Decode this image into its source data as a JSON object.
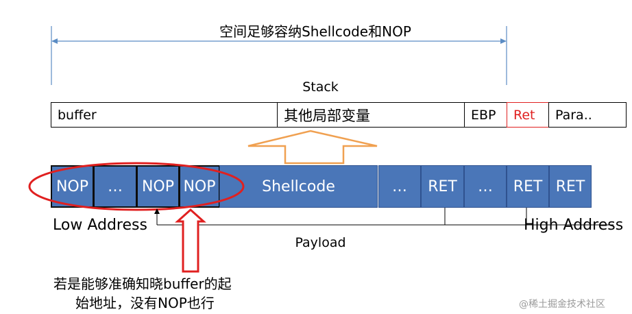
{
  "span_label": "空间足够容纳Shellcode和NOP",
  "stack": {
    "title": "Stack",
    "cells": [
      "buffer",
      "其他局部变量",
      "EBP",
      "Ret",
      "Para.."
    ]
  },
  "payload": {
    "cells": [
      "NOP",
      "…",
      "NOP",
      "NOP",
      "Shellcode",
      "…",
      "RET",
      "…",
      "RET",
      "RET"
    ],
    "label": "Payload"
  },
  "low_address": "Low Address",
  "high_address": "High Address",
  "note": {
    "line1": "若是能够准确知晓buffer的起",
    "line2": "始地址，没有NOP也行"
  },
  "watermark": "@稀土掘金技术社区",
  "colors": {
    "payload_fill": "#4a76b8",
    "ret_highlight": "#e02020",
    "span_arrow": "#5b8cc4",
    "up_arrow": "#f0a050",
    "nop_ellipse": "#e02020"
  }
}
